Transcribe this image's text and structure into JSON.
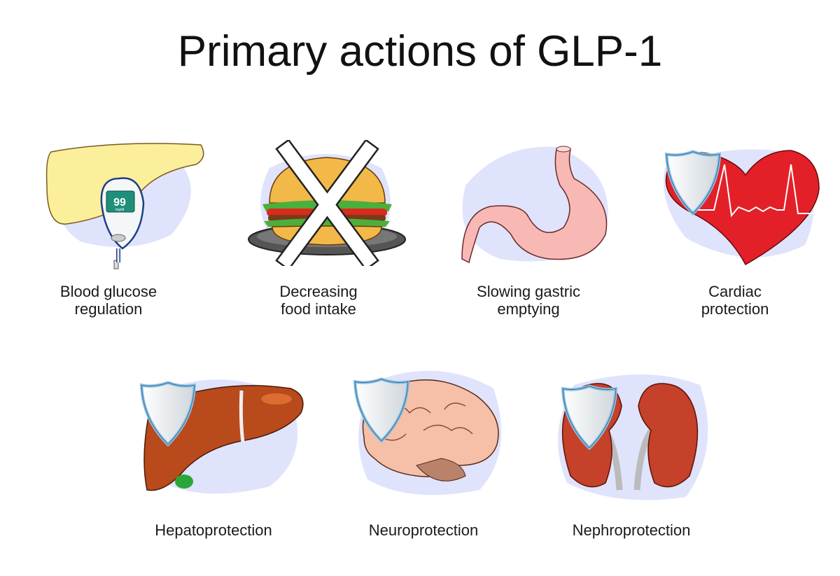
{
  "title": "Primary actions of GLP-1",
  "meter": {
    "value": "99",
    "unit": "mg/dl"
  },
  "actions": [
    {
      "label_line1": "Blood glucose",
      "label_line2": "regulation",
      "icon": "pancreas-glucose-meter"
    },
    {
      "label_line1": "Decreasing",
      "label_line2": "food intake",
      "icon": "crossed-burger"
    },
    {
      "label_line1": "Slowing gastric",
      "label_line2": "emptying",
      "icon": "stomach"
    },
    {
      "label_line1": "Cardiac",
      "label_line2": "protection",
      "icon": "heart-shield"
    },
    {
      "label_line1": "Hepatoprotection",
      "icon": "liver-shield"
    },
    {
      "label_line1": "Neuroprotection",
      "icon": "brain-shield"
    },
    {
      "label_line1": "Nephroprotection",
      "icon": "kidney-shield"
    }
  ],
  "colors": {
    "blob": "#dfe3fb",
    "pancreas": "#fbef9c",
    "heart": "#e32028",
    "liver": "#b94a1c",
    "brain": "#f6c0a8",
    "kidney": "#c5412a",
    "stomach": "#f8b8b4"
  }
}
